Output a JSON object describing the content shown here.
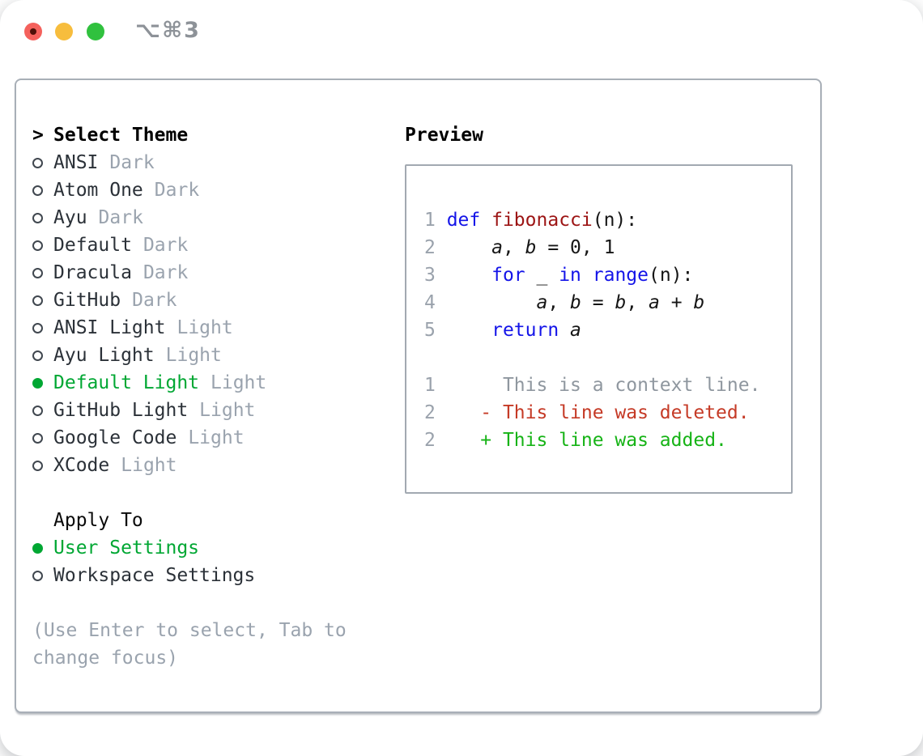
{
  "window": {
    "title": "⌥⌘3",
    "traffic_lights": {
      "close": "close",
      "minimize": "minimize",
      "zoom": "zoom"
    }
  },
  "colors": {
    "selection_green": "#00a733",
    "added_green": "#16b316",
    "deleted_red": "#c53a26",
    "keyword_blue": "#1414e8",
    "function_red": "#9c1414",
    "muted_gray": "#9aa3ae",
    "border_gray": "#a8afb7"
  },
  "theme_panel": {
    "header": {
      "marker": ">",
      "label": "Select Theme"
    },
    "themes": [
      {
        "name": "ANSI",
        "variant": "Dark",
        "selected": false
      },
      {
        "name": "Atom One",
        "variant": "Dark",
        "selected": false
      },
      {
        "name": "Ayu",
        "variant": "Dark",
        "selected": false
      },
      {
        "name": "Default",
        "variant": "Dark",
        "selected": false
      },
      {
        "name": "Dracula",
        "variant": "Dark",
        "selected": false
      },
      {
        "name": "GitHub",
        "variant": "Dark",
        "selected": false
      },
      {
        "name": "ANSI Light",
        "variant": "Light",
        "selected": false
      },
      {
        "name": "Ayu Light",
        "variant": "Light",
        "selected": false
      },
      {
        "name": "Default Light",
        "variant": "Light",
        "selected": true
      },
      {
        "name": "GitHub Light",
        "variant": "Light",
        "selected": false
      },
      {
        "name": "Google Code",
        "variant": "Light",
        "selected": false
      },
      {
        "name": "XCode",
        "variant": "Light",
        "selected": false
      }
    ],
    "apply_to": {
      "label": "Apply To",
      "options": [
        {
          "label": "User Settings",
          "selected": true
        },
        {
          "label": "Workspace Settings",
          "selected": false
        }
      ]
    },
    "hint_lines": [
      "(Use Enter to select, Tab to",
      "change focus)"
    ]
  },
  "preview": {
    "title": "Preview",
    "lines": [
      {
        "n": "1",
        "t": [
          [
            "kw",
            "def"
          ],
          [
            "pl",
            " "
          ],
          [
            "fn",
            "fibonacci"
          ],
          [
            "pl",
            "(n):"
          ]
        ]
      },
      {
        "n": "2",
        "t": [
          [
            "pl",
            "    "
          ],
          [
            "var",
            "a"
          ],
          [
            "pl",
            ", "
          ],
          [
            "var",
            "b"
          ],
          [
            "pl",
            " = 0, 1"
          ]
        ]
      },
      {
        "n": "3",
        "t": [
          [
            "pl",
            "    "
          ],
          [
            "kw",
            "for"
          ],
          [
            "pl",
            " _ "
          ],
          [
            "kw",
            "in"
          ],
          [
            "pl",
            " "
          ],
          [
            "kw",
            "range"
          ],
          [
            "pl",
            "(n):"
          ]
        ]
      },
      {
        "n": "4",
        "t": [
          [
            "pl",
            "        "
          ],
          [
            "var",
            "a"
          ],
          [
            "pl",
            ", "
          ],
          [
            "var",
            "b"
          ],
          [
            "pl",
            " = "
          ],
          [
            "var",
            "b"
          ],
          [
            "pl",
            ", "
          ],
          [
            "var",
            "a"
          ],
          [
            "pl",
            " + "
          ],
          [
            "var",
            "b"
          ]
        ]
      },
      {
        "n": "5",
        "t": [
          [
            "pl",
            "    "
          ],
          [
            "kw",
            "return"
          ],
          [
            "pl",
            " "
          ],
          [
            "var",
            "a"
          ]
        ]
      },
      {
        "n": "",
        "t": []
      },
      {
        "n": "1",
        "t": [
          [
            "ctx",
            "     This is a context line."
          ]
        ]
      },
      {
        "n": "2",
        "t": [
          [
            "pl",
            "   "
          ],
          [
            "del",
            "- This line was deleted."
          ]
        ]
      },
      {
        "n": "2",
        "t": [
          [
            "pl",
            "   "
          ],
          [
            "add",
            "+ This line was added."
          ]
        ]
      }
    ]
  }
}
